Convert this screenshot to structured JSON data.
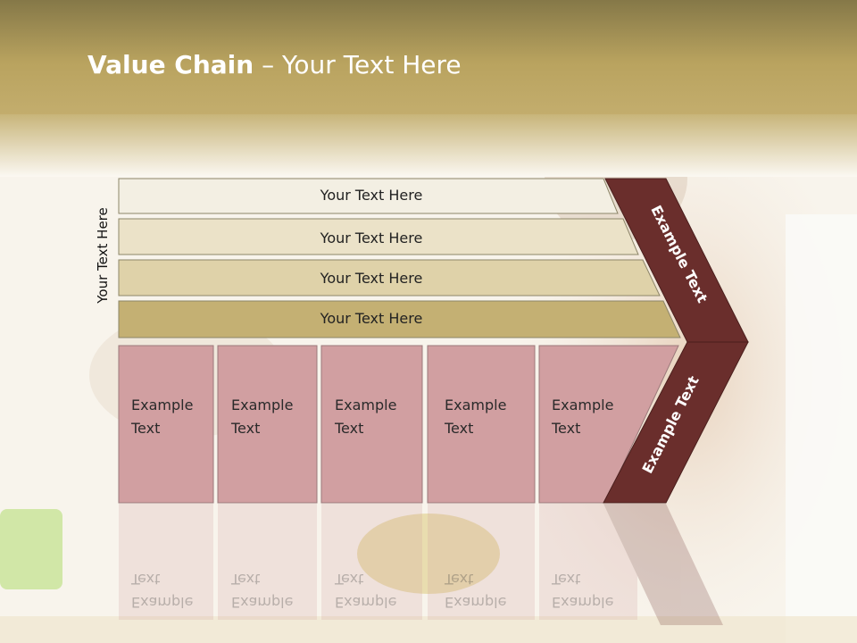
{
  "title": {
    "bold": "Value Chain",
    "rest": " – Your Text Here"
  },
  "side_label": "Your Text Here",
  "bands": [
    {
      "label": "Your Text Here",
      "color": "#f3efe3"
    },
    {
      "label": "Your Text Here",
      "color": "#ebe2c8"
    },
    {
      "label": "Your Text Here",
      "color": "#dfd2a9"
    },
    {
      "label": "Your Text Here",
      "color": "#c4b073"
    }
  ],
  "cells": [
    {
      "line1": "Example",
      "line2": "Text"
    },
    {
      "line1": "Example",
      "line2": "Text"
    },
    {
      "line1": "Example",
      "line2": "Text"
    },
    {
      "line1": "Example",
      "line2": "Text"
    },
    {
      "line1": "Example",
      "line2": "Text"
    }
  ],
  "chevron_upper_label": "Example Text",
  "chevron_lower_label": "Example Text",
  "colors": {
    "header": "#a8965a",
    "cell": "#d19fa1",
    "chevron": "#6a2e2c"
  }
}
